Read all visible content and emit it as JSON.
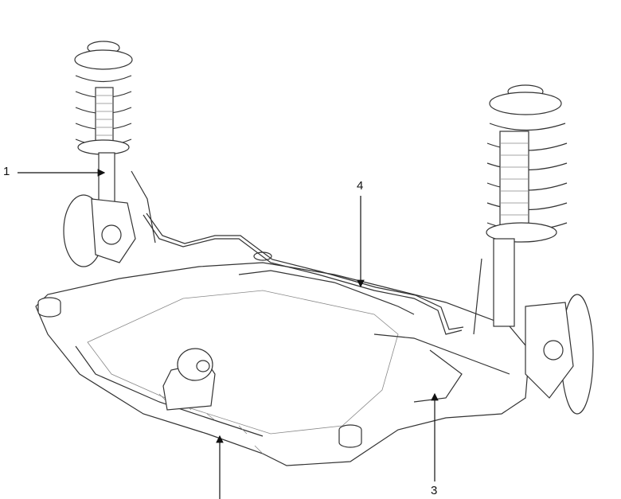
{
  "callouts": [
    {
      "id": "1",
      "text": "1"
    },
    {
      "id": "4",
      "text": "4"
    },
    {
      "id": "3",
      "text": "3"
    }
  ]
}
